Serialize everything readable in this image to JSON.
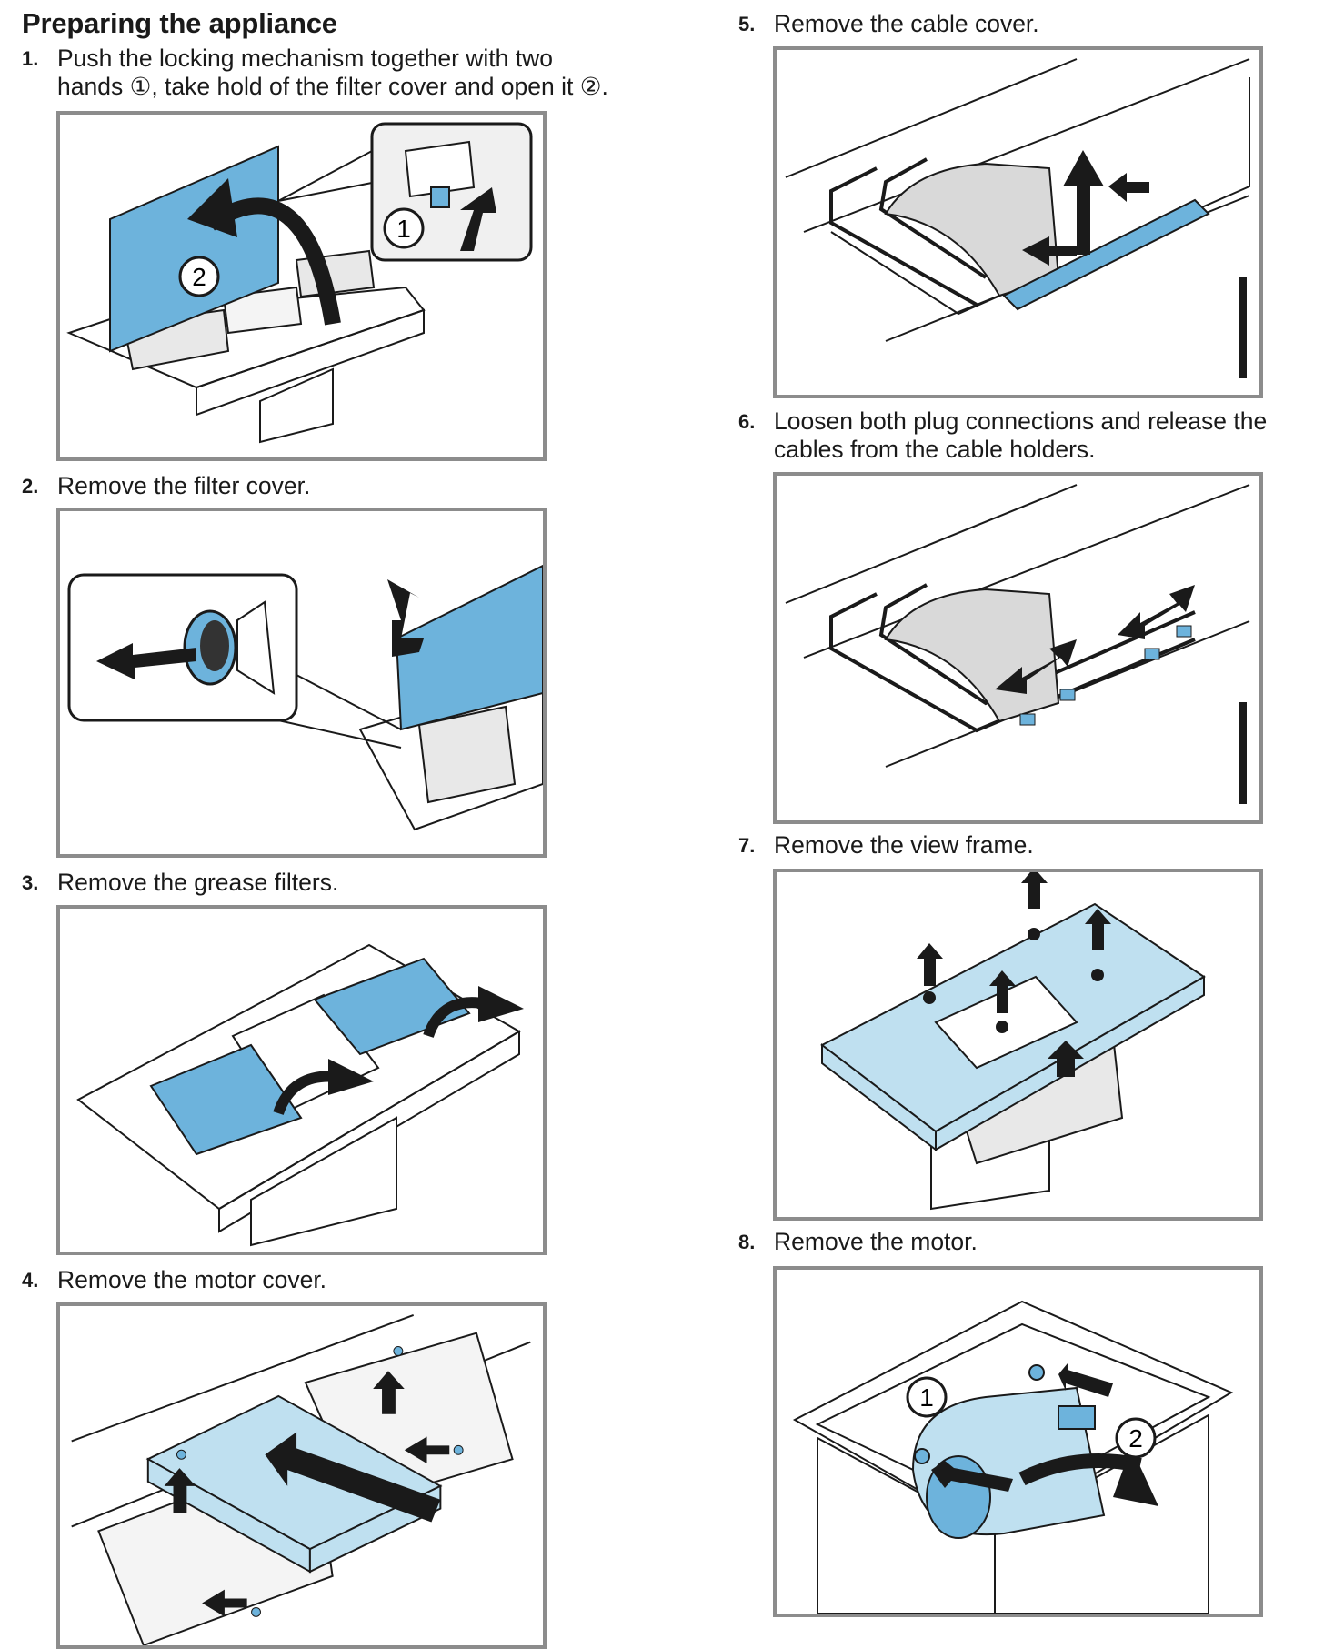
{
  "heading": "Preparing the appliance",
  "steps": [
    {
      "num": "1.",
      "lines": [
        "Push the locking mechanism together with two",
        "hands ①, take hold of the filter cover and open it ②."
      ]
    },
    {
      "num": "2.",
      "lines": [
        "Remove the filter cover."
      ]
    },
    {
      "num": "3.",
      "lines": [
        "Remove the grease filters."
      ]
    },
    {
      "num": "4.",
      "lines": [
        "Remove the motor cover."
      ]
    },
    {
      "num": "5.",
      "lines": [
        "Remove the cable cover."
      ]
    },
    {
      "num": "6.",
      "lines": [
        "Loosen both plug connections and release the",
        "cables from the cable holders."
      ]
    },
    {
      "num": "7.",
      "lines": [
        "Remove the view frame."
      ]
    },
    {
      "num": "8.",
      "lines": [
        "Remove the motor."
      ]
    }
  ],
  "callouts": {
    "one": "1",
    "two": "2"
  },
  "colors": {
    "accent_blue": "#6db3dc",
    "light_blue": "#bfe0f0",
    "frame": "#8c8c8c",
    "line": "#1a1a1a"
  }
}
